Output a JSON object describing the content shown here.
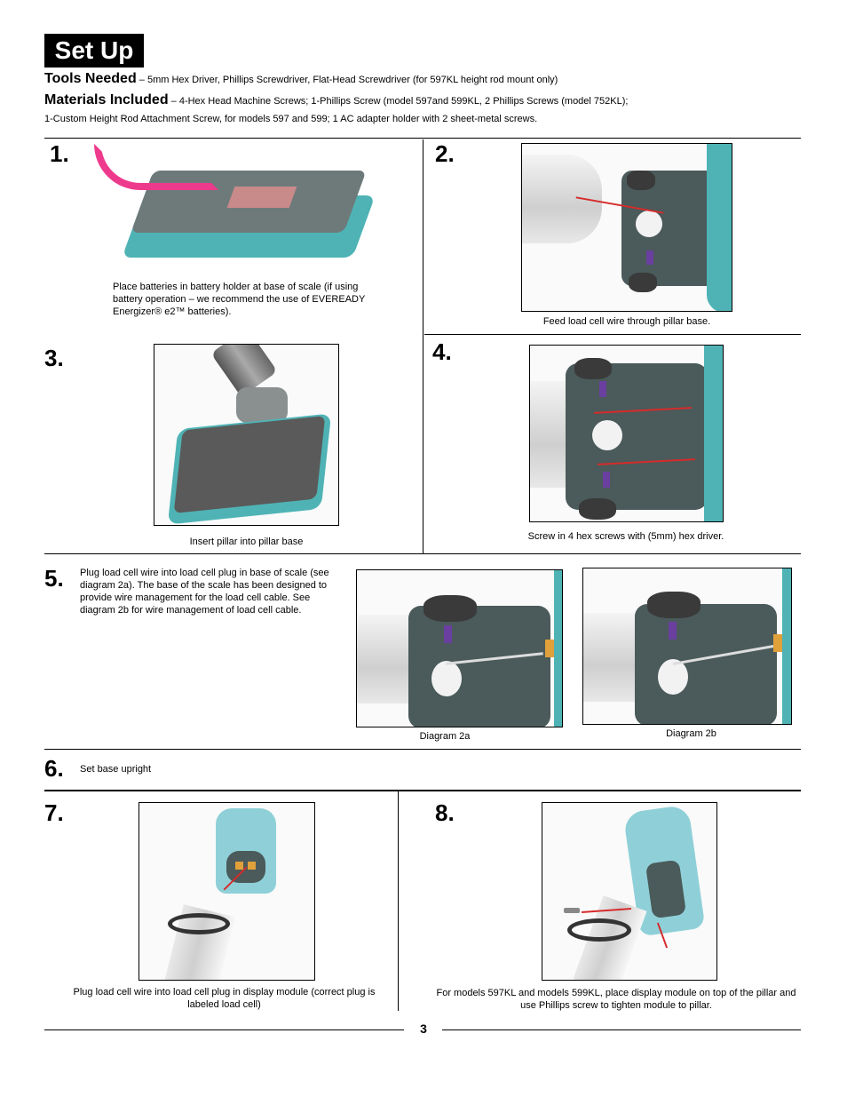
{
  "header": {
    "title": "Set Up",
    "tools_label": "Tools Needed",
    "tools_text": " – 5mm Hex Driver, Phillips Screwdriver, Flat-Head Screwdriver (for 597KL height rod mount only)",
    "materials_label": "Materials Included",
    "materials_text": " – 4-Hex Head Machine Screws; 1-Phillips Screw (model 597and 599KL, 2 Phillips Screws (model 752KL);",
    "materials_text2": "1-Custom Height Rod Attachment Screw, for models 597 and 599; 1 AC adapter holder with 2 sheet-metal screws."
  },
  "steps": [
    {
      "number": "1.",
      "caption": "Place batteries in battery holder at base of scale (if using battery operation – we recommend the use of EVEREADY Energizer® e2™ batteries)."
    },
    {
      "number": "2.",
      "caption": "Feed load cell wire through pillar base."
    },
    {
      "number": "3.",
      "caption": "Insert pillar into pillar base"
    },
    {
      "number": "4.",
      "caption": "Screw in 4 hex screws with (5mm) hex driver."
    },
    {
      "number": "5.",
      "caption": "Plug load cell wire into load cell plug in base of scale (see diagram 2a). The base of the scale has been designed to provide wire management for the load cell cable.  See diagram 2b for wire management of load cell cable.",
      "diagram_a": "Diagram 2a",
      "diagram_b": "Diagram 2b"
    },
    {
      "number": "6.",
      "caption": "Set base upright"
    },
    {
      "number": "7.",
      "caption": "Plug load cell wire into load cell plug in display module (correct plug is labeled load cell)"
    },
    {
      "number": "8.",
      "caption": "For models 597KL and models 599KL, place display module on top of the pillar and use Phillips screw to tighten module to pillar."
    }
  ],
  "footer": {
    "page_number": "3"
  },
  "colors": {
    "teal": "#4fb3b5",
    "magenta_arrow": "#ee3a8c",
    "red_arrow": "#d62b2b"
  }
}
